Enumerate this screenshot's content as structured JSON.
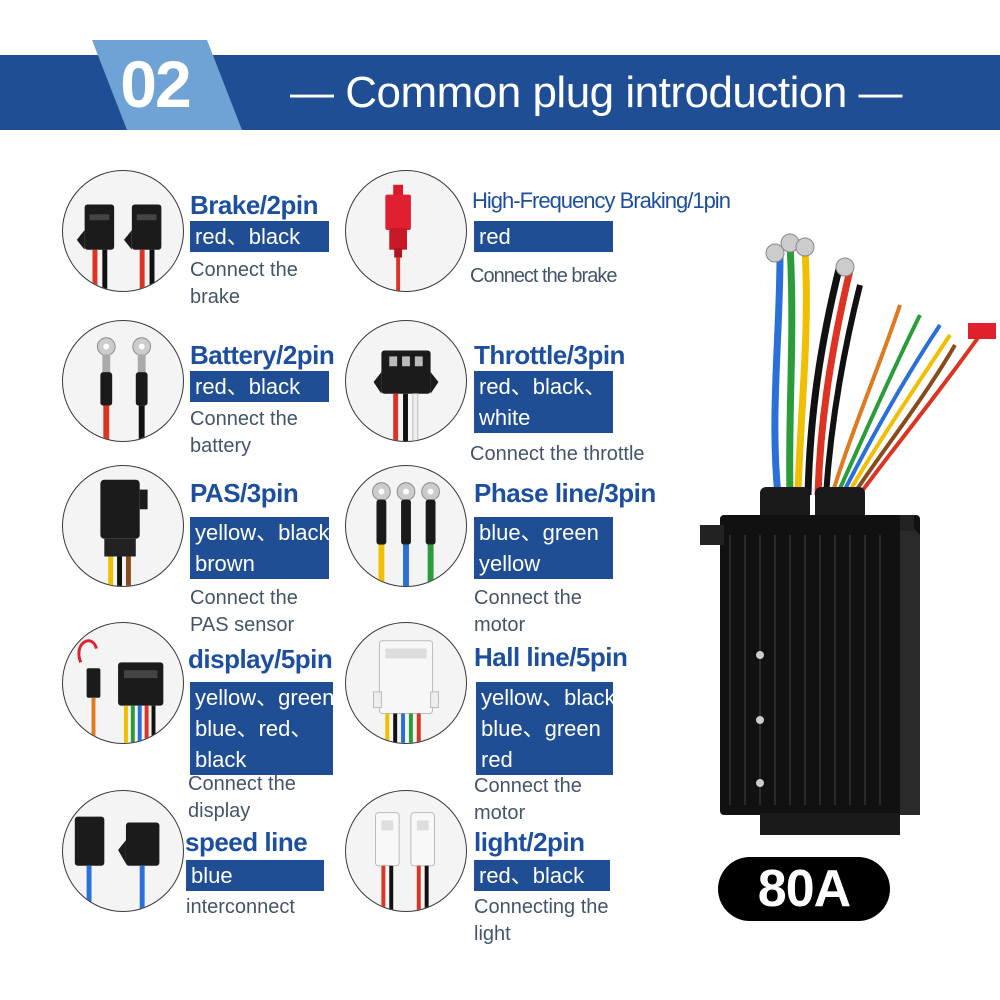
{
  "header": {
    "number": "02",
    "title": "— Common plug introduction —"
  },
  "plugs": [
    {
      "title": "Brake/2pin",
      "wires": [
        "red、black"
      ],
      "desc": [
        "Connect the",
        "brake"
      ]
    },
    {
      "title": "High-Frequency Braking/1pin",
      "wires": [
        "red"
      ],
      "desc": [
        "Connect the brake"
      ]
    },
    {
      "title": "Battery/2pin",
      "wires": [
        "red、black"
      ],
      "desc": [
        "Connect the",
        "battery"
      ]
    },
    {
      "title": "Throttle/3pin",
      "wires": [
        "red、black、",
        "white"
      ],
      "desc": [
        "Connect the throttle"
      ]
    },
    {
      "title": "PAS/3pin",
      "wires": [
        "yellow、black",
        "brown"
      ],
      "desc": [
        "Connect the",
        "PAS sensor"
      ]
    },
    {
      "title": "Phase line/3pin",
      "wires": [
        "blue、green",
        "yellow"
      ],
      "desc": [
        "Connect the",
        "motor"
      ]
    },
    {
      "title": "display/5pin",
      "wires": [
        "yellow、green",
        "blue、red、",
        "black"
      ],
      "desc": [
        "Connect the",
        "display"
      ]
    },
    {
      "title": "Hall line/5pin",
      "wires": [
        "yellow、black",
        "blue、green",
        "red"
      ],
      "desc": [
        "Connect the",
        "motor"
      ]
    },
    {
      "title": "speed line",
      "wires": [
        "blue"
      ],
      "desc": [
        "interconnect"
      ]
    },
    {
      "title": "light/2pin",
      "wires": [
        "red、black"
      ],
      "desc": [
        "Connecting the",
        "light"
      ]
    }
  ],
  "product": {
    "rating": "80A"
  },
  "colors": {
    "banner": "#1f4e94",
    "title": "#1d4fa0",
    "desc": "#44546a"
  }
}
